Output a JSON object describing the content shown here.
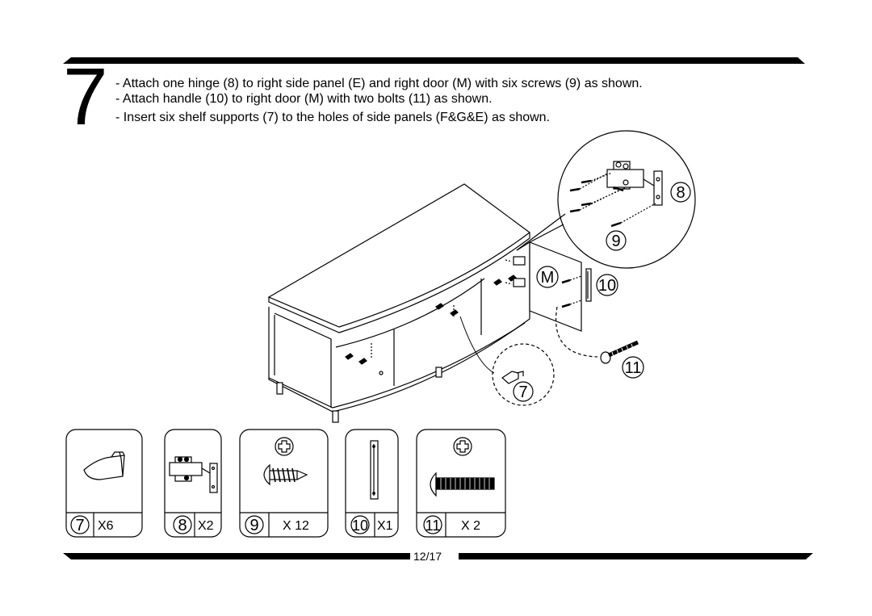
{
  "step": {
    "number": "7",
    "instructions": [
      "- Attach one hinge (8) to right side panel (E)  and right door (M) with six screws (9) as shown.",
      "- Attach handle (10) to right door (M) with two bolts (11) as shown.",
      "- Insert six shelf supports (7) to the holes of side panels (F&G&E) as shown."
    ]
  },
  "diagram": {
    "callouts": {
      "hinge": "8",
      "screw": "9",
      "door": "M",
      "handle": "10",
      "bolt": "11",
      "shelf_support": "7"
    }
  },
  "parts": [
    {
      "id": "7",
      "qty": "X6",
      "icon": "shelf-support-icon"
    },
    {
      "id": "8",
      "qty": "X2",
      "icon": "hinge-icon"
    },
    {
      "id": "9",
      "qty": "X 12",
      "icon": "screw-icon"
    },
    {
      "id": "10",
      "qty": "X1",
      "icon": "handle-icon"
    },
    {
      "id": "11",
      "qty": "X 2",
      "icon": "bolt-icon"
    }
  ],
  "footer": {
    "page": "12/17"
  }
}
